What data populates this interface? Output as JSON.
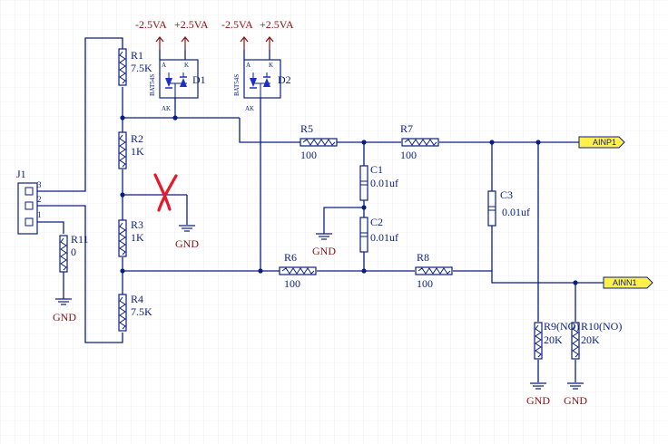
{
  "colors": {
    "background": "#ffffff",
    "grid": "#e3e3ec",
    "wire": "#0a1e82",
    "power": "#8b1010",
    "diode_fill": "#1e2ec8",
    "port_fill": "#fff04a",
    "mark": "#e5192a"
  },
  "icons": {
    "mark": "red-x-mark-icon"
  },
  "labels": {
    "j1": {
      "ref": "J1",
      "pins": [
        "3",
        "2",
        "1"
      ]
    },
    "r1": {
      "ref": "R1",
      "value": "7.5K"
    },
    "r2": {
      "ref": "R2",
      "value": "1K"
    },
    "r3": {
      "ref": "R3",
      "value": "1K"
    },
    "r4": {
      "ref": "R4",
      "value": "7.5K"
    },
    "r5": {
      "ref": "R5",
      "value": "100"
    },
    "r6": {
      "ref": "R6",
      "value": "100"
    },
    "r7": {
      "ref": "R7",
      "value": "100"
    },
    "r8": {
      "ref": "R8",
      "value": "100"
    },
    "r9": {
      "ref": "R9(NO)",
      "value": "20K"
    },
    "r10": {
      "ref": "R10(NO)",
      "value": "20K"
    },
    "r11": {
      "ref": "R11",
      "value": "0"
    },
    "c1": {
      "ref": "C1",
      "value": "0.01uf"
    },
    "c2": {
      "ref": "C2",
      "value": "0.01uf"
    },
    "c3": {
      "ref": "C3",
      "value": "0.01uf"
    },
    "d1": {
      "ref": "D1",
      "part": "BAT54S",
      "pin_a": "A",
      "pin_k": "K",
      "pin_ak": "AK"
    },
    "d2": {
      "ref": "D2",
      "part": "BAT54S",
      "pin_a": "A",
      "pin_k": "K",
      "pin_ak": "AK"
    },
    "power": {
      "neg": "-2.5VA",
      "pos": "+2.5VA"
    },
    "gnd": "GND",
    "ports": {
      "ainp": "AINP1",
      "ainn": "AINN1"
    }
  }
}
